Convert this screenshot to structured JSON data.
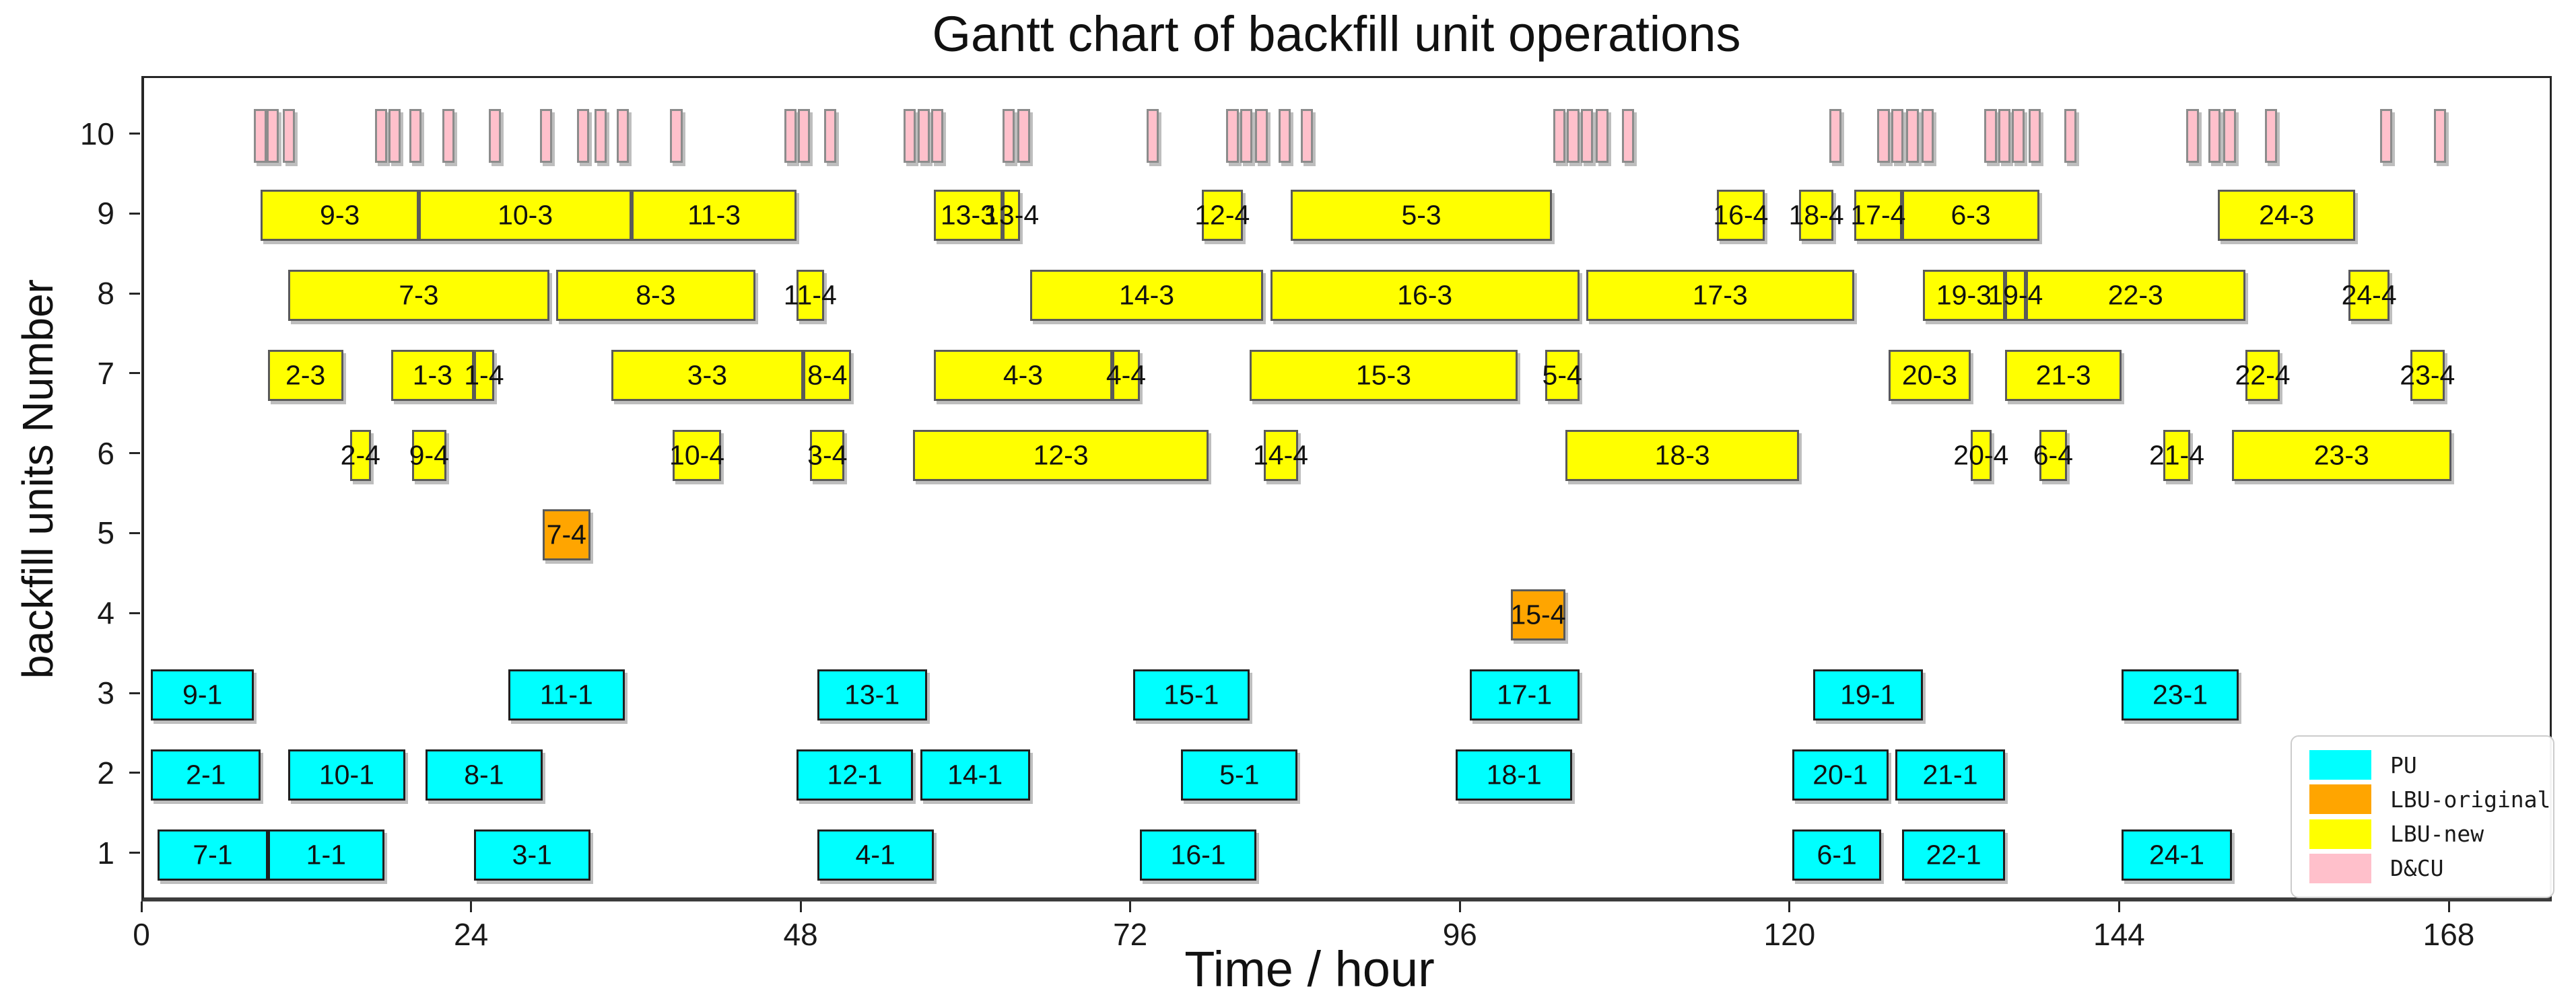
{
  "title": "Gantt chart of backfill unit operations",
  "x_axis": {
    "label": "Time / hour",
    "ticks": [
      0,
      24,
      48,
      72,
      96,
      120,
      144,
      168
    ],
    "range": [
      0,
      175.5
    ]
  },
  "y_axis": {
    "label": "backfill units Number",
    "ticks": [
      1,
      2,
      3,
      4,
      5,
      6,
      7,
      8,
      9,
      10
    ],
    "range": [
      0.39,
      10.72
    ]
  },
  "legend": {
    "items": [
      {
        "label": "PU",
        "color": "#00FFFF"
      },
      {
        "label": "LBU-original",
        "color": "#FFA500"
      },
      {
        "label": "LBU-new",
        "color": "#FFFF00"
      },
      {
        "label": "D&CU",
        "color": "#FFC0CB"
      }
    ]
  },
  "chart_data": {
    "type": "bar",
    "variant": "gantt",
    "title": "Gantt chart of backfill unit operations",
    "xlabel": "Time / hour",
    "ylabel": "backfill units Number",
    "xlim": [
      0,
      175.5
    ],
    "ylim": [
      0.39,
      10.72
    ],
    "grid": false,
    "legend_position": "lower right",
    "series": [
      {
        "name": "PU",
        "color": "#00FFFF",
        "edge": "#1f1f1f",
        "bars": [
          {
            "label": "9-1",
            "unit": 3,
            "start": 0.5,
            "end": 8
          },
          {
            "label": "11-1",
            "unit": 3,
            "start": 26.5,
            "end": 35
          },
          {
            "label": "13-1",
            "unit": 3,
            "start": 49,
            "end": 57
          },
          {
            "label": "15-1",
            "unit": 3,
            "start": 72,
            "end": 80.5
          },
          {
            "label": "17-1",
            "unit": 3,
            "start": 96.5,
            "end": 104.5
          },
          {
            "label": "19-1",
            "unit": 3,
            "start": 121.5,
            "end": 129.5
          },
          {
            "label": "23-1",
            "unit": 3,
            "start": 144,
            "end": 152.5
          },
          {
            "label": "2-1",
            "unit": 2,
            "start": 0.5,
            "end": 8.5
          },
          {
            "label": "10-1",
            "unit": 2,
            "start": 10.5,
            "end": 19
          },
          {
            "label": "8-1",
            "unit": 2,
            "start": 20.5,
            "end": 29
          },
          {
            "label": "12-1",
            "unit": 2,
            "start": 47.5,
            "end": 56
          },
          {
            "label": "14-1",
            "unit": 2,
            "start": 56.5,
            "end": 64.5
          },
          {
            "label": "5-1",
            "unit": 2,
            "start": 75.5,
            "end": 84
          },
          {
            "label": "18-1",
            "unit": 2,
            "start": 95.5,
            "end": 104
          },
          {
            "label": "20-1",
            "unit": 2,
            "start": 120,
            "end": 127
          },
          {
            "label": "21-1",
            "unit": 2,
            "start": 127.5,
            "end": 135.5
          },
          {
            "label": "7-1",
            "unit": 1,
            "start": 1,
            "end": 9
          },
          {
            "label": "1-1",
            "unit": 1,
            "start": 9,
            "end": 17.5
          },
          {
            "label": "3-1",
            "unit": 1,
            "start": 24,
            "end": 32.5
          },
          {
            "label": "4-1",
            "unit": 1,
            "start": 49,
            "end": 57.5
          },
          {
            "label": "16-1",
            "unit": 1,
            "start": 72.5,
            "end": 81
          },
          {
            "label": "6-1",
            "unit": 1,
            "start": 120,
            "end": 126.5
          },
          {
            "label": "22-1",
            "unit": 1,
            "start": 128,
            "end": 135.5
          },
          {
            "label": "24-1",
            "unit": 1,
            "start": 144,
            "end": 152
          }
        ]
      },
      {
        "name": "LBU-original",
        "color": "#FFA500",
        "edge": "#5a5a5a",
        "bars": [
          {
            "label": "7-4",
            "unit": 5,
            "start": 29,
            "end": 32.5
          },
          {
            "label": "15-4",
            "unit": 4,
            "start": 99.5,
            "end": 103.5
          }
        ]
      },
      {
        "name": "LBU-new",
        "color": "#FFFF00",
        "edge": "#5a5a5a",
        "bars": [
          {
            "label": "9-3",
            "unit": 9,
            "start": 8.5,
            "end": 20
          },
          {
            "label": "10-3",
            "unit": 9,
            "start": 20,
            "end": 35.5
          },
          {
            "label": "11-3",
            "unit": 9,
            "start": 35.5,
            "end": 47.5
          },
          {
            "label": "13-3",
            "unit": 9,
            "start": 57.5,
            "end": 62.5
          },
          {
            "label": "13-4",
            "unit": 9,
            "start": 62.5,
            "end": 63.8
          },
          {
            "label": "12-4",
            "unit": 9,
            "start": 77,
            "end": 80
          },
          {
            "label": "5-3",
            "unit": 9,
            "start": 83.5,
            "end": 102.5
          },
          {
            "label": "16-4",
            "unit": 9,
            "start": 114.5,
            "end": 118
          },
          {
            "label": "18-4",
            "unit": 9,
            "start": 120.5,
            "end": 123
          },
          {
            "label": "17-4",
            "unit": 9,
            "start": 124.5,
            "end": 128
          },
          {
            "label": "6-3",
            "unit": 9,
            "start": 128,
            "end": 138
          },
          {
            "label": "24-3",
            "unit": 9,
            "start": 151,
            "end": 161
          },
          {
            "label": "7-3",
            "unit": 8,
            "start": 10.5,
            "end": 29.5
          },
          {
            "label": "8-3",
            "unit": 8,
            "start": 30,
            "end": 44.5
          },
          {
            "label": "11-4",
            "unit": 8,
            "start": 47.5,
            "end": 49.5
          },
          {
            "label": "14-3",
            "unit": 8,
            "start": 64.5,
            "end": 81.5
          },
          {
            "label": "16-3",
            "unit": 8,
            "start": 82,
            "end": 104.5
          },
          {
            "label": "17-3",
            "unit": 8,
            "start": 105,
            "end": 124.5
          },
          {
            "label": "19-3",
            "unit": 8,
            "start": 129.5,
            "end": 135.5
          },
          {
            "label": "19-4",
            "unit": 8,
            "start": 135.5,
            "end": 137
          },
          {
            "label": "22-3",
            "unit": 8,
            "start": 137,
            "end": 153
          },
          {
            "label": "24-4",
            "unit": 8,
            "start": 160.5,
            "end": 163.5
          },
          {
            "label": "2-3",
            "unit": 7,
            "start": 9,
            "end": 14.5
          },
          {
            "label": "1-3",
            "unit": 7,
            "start": 18,
            "end": 24
          },
          {
            "label": "1-4",
            "unit": 7,
            "start": 24,
            "end": 25.5
          },
          {
            "label": "3-3",
            "unit": 7,
            "start": 34,
            "end": 48
          },
          {
            "label": "8-4",
            "unit": 7,
            "start": 48,
            "end": 51.5
          },
          {
            "label": "4-3",
            "unit": 7,
            "start": 57.5,
            "end": 70.5
          },
          {
            "label": "4-4",
            "unit": 7,
            "start": 70.5,
            "end": 72.5
          },
          {
            "label": "15-3",
            "unit": 7,
            "start": 80.5,
            "end": 100
          },
          {
            "label": "5-4",
            "unit": 7,
            "start": 102,
            "end": 104.5
          },
          {
            "label": "20-3",
            "unit": 7,
            "start": 127,
            "end": 133
          },
          {
            "label": "21-3",
            "unit": 7,
            "start": 135.5,
            "end": 144
          },
          {
            "label": "22-4",
            "unit": 7,
            "start": 153,
            "end": 155.5
          },
          {
            "label": "23-4",
            "unit": 7,
            "start": 165,
            "end": 167.5
          },
          {
            "label": "2-4",
            "unit": 6,
            "start": 15,
            "end": 16.5
          },
          {
            "label": "9-4",
            "unit": 6,
            "start": 19.5,
            "end": 22
          },
          {
            "label": "10-4",
            "unit": 6,
            "start": 38.5,
            "end": 42
          },
          {
            "label": "3-4",
            "unit": 6,
            "start": 48.5,
            "end": 51
          },
          {
            "label": "12-3",
            "unit": 6,
            "start": 56,
            "end": 77.5
          },
          {
            "label": "14-4",
            "unit": 6,
            "start": 81.5,
            "end": 84
          },
          {
            "label": "18-3",
            "unit": 6,
            "start": 103.5,
            "end": 120.5
          },
          {
            "label": "20-4",
            "unit": 6,
            "start": 133,
            "end": 134.5
          },
          {
            "label": "6-4",
            "unit": 6,
            "start": 138,
            "end": 140
          },
          {
            "label": "21-4",
            "unit": 6,
            "start": 147,
            "end": 149
          },
          {
            "label": "23-3",
            "unit": 6,
            "start": 152,
            "end": 168
          }
        ]
      },
      {
        "name": "D&CU",
        "color": "#FFC0CB",
        "edge": "#8c8c8c",
        "bars": [
          {
            "label": "",
            "unit": 10,
            "start": 8,
            "end": 8.9
          },
          {
            "label": "",
            "unit": 10,
            "start": 8.9,
            "end": 9.8
          },
          {
            "label": "",
            "unit": 10,
            "start": 10.1,
            "end": 11
          },
          {
            "label": "",
            "unit": 10,
            "start": 16.8,
            "end": 17.7
          },
          {
            "label": "",
            "unit": 10,
            "start": 17.8,
            "end": 18.7
          },
          {
            "label": "",
            "unit": 10,
            "start": 19.3,
            "end": 20.2
          },
          {
            "label": "",
            "unit": 10,
            "start": 21.7,
            "end": 22.6
          },
          {
            "label": "",
            "unit": 10,
            "start": 25.1,
            "end": 26
          },
          {
            "label": "",
            "unit": 10,
            "start": 28.8,
            "end": 29.7
          },
          {
            "label": "",
            "unit": 10,
            "start": 31.5,
            "end": 32.4
          },
          {
            "label": "",
            "unit": 10,
            "start": 32.8,
            "end": 33.7
          },
          {
            "label": "",
            "unit": 10,
            "start": 34.4,
            "end": 35.3
          },
          {
            "label": "",
            "unit": 10,
            "start": 38.3,
            "end": 39.2
          },
          {
            "label": "",
            "unit": 10,
            "start": 46.6,
            "end": 47.5
          },
          {
            "label": "",
            "unit": 10,
            "start": 47.6,
            "end": 48.5
          },
          {
            "label": "",
            "unit": 10,
            "start": 49.5,
            "end": 50.4
          },
          {
            "label": "",
            "unit": 10,
            "start": 55.3,
            "end": 56.2
          },
          {
            "label": "",
            "unit": 10,
            "start": 56.3,
            "end": 57.2
          },
          {
            "label": "",
            "unit": 10,
            "start": 57.3,
            "end": 58.2
          },
          {
            "label": "",
            "unit": 10,
            "start": 62.5,
            "end": 63.4
          },
          {
            "label": "",
            "unit": 10,
            "start": 63.6,
            "end": 64.5
          },
          {
            "label": "",
            "unit": 10,
            "start": 73,
            "end": 73.9
          },
          {
            "label": "",
            "unit": 10,
            "start": 78.8,
            "end": 79.7
          },
          {
            "label": "",
            "unit": 10,
            "start": 79.8,
            "end": 80.7
          },
          {
            "label": "",
            "unit": 10,
            "start": 80.9,
            "end": 81.8
          },
          {
            "label": "",
            "unit": 10,
            "start": 82.6,
            "end": 83.5
          },
          {
            "label": "",
            "unit": 10,
            "start": 84.2,
            "end": 85.1
          },
          {
            "label": "",
            "unit": 10,
            "start": 102.6,
            "end": 103.5
          },
          {
            "label": "",
            "unit": 10,
            "start": 103.6,
            "end": 104.5
          },
          {
            "label": "",
            "unit": 10,
            "start": 104.6,
            "end": 105.5
          },
          {
            "label": "",
            "unit": 10,
            "start": 105.7,
            "end": 106.6
          },
          {
            "label": "",
            "unit": 10,
            "start": 107.6,
            "end": 108.5
          },
          {
            "label": "",
            "unit": 10,
            "start": 122.7,
            "end": 123.6
          },
          {
            "label": "",
            "unit": 10,
            "start": 126.2,
            "end": 127.1
          },
          {
            "label": "",
            "unit": 10,
            "start": 127.2,
            "end": 128.1
          },
          {
            "label": "",
            "unit": 10,
            "start": 128.3,
            "end": 129.2
          },
          {
            "label": "",
            "unit": 10,
            "start": 129.4,
            "end": 130.3
          },
          {
            "label": "",
            "unit": 10,
            "start": 134,
            "end": 134.9
          },
          {
            "label": "",
            "unit": 10,
            "start": 135,
            "end": 135.9
          },
          {
            "label": "",
            "unit": 10,
            "start": 136,
            "end": 136.9
          },
          {
            "label": "",
            "unit": 10,
            "start": 137.2,
            "end": 138.1
          },
          {
            "label": "",
            "unit": 10,
            "start": 139.8,
            "end": 140.7
          },
          {
            "label": "",
            "unit": 10,
            "start": 148.7,
            "end": 149.6
          },
          {
            "label": "",
            "unit": 10,
            "start": 150.3,
            "end": 151.2
          },
          {
            "label": "",
            "unit": 10,
            "start": 151.4,
            "end": 152.3
          },
          {
            "label": "",
            "unit": 10,
            "start": 154.4,
            "end": 155.3
          },
          {
            "label": "",
            "unit": 10,
            "start": 162.8,
            "end": 163.7
          },
          {
            "label": "",
            "unit": 10,
            "start": 166.7,
            "end": 167.6
          }
        ]
      }
    ]
  }
}
